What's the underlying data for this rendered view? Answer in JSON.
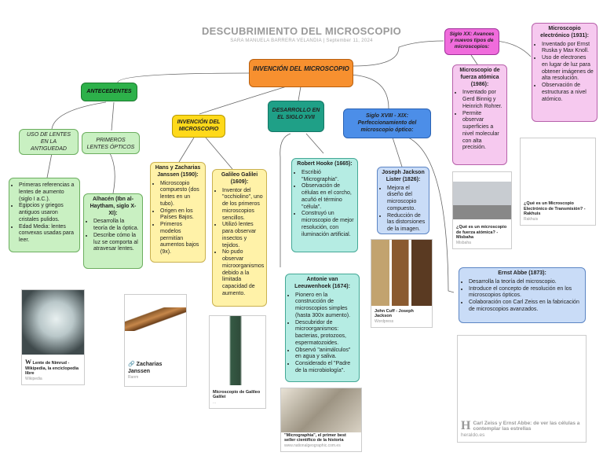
{
  "header": {
    "title": "DESCUBRIMIENTO DEL MICROSCOPIO",
    "subtitle": "SARA MANUELA BARRERA VELANDIA  |  September 11, 2024"
  },
  "root": {
    "label": "INVENCIÓN DEL MICROSCOPIO"
  },
  "antecedentes": {
    "label": "ANTECEDENTES"
  },
  "uso_lentes": {
    "label": "USO DE LENTES EN LA ANTIGUEDAD",
    "bullets": [
      "Primeras referencias a lentes de aumento (siglo I a.C.).",
      "Egipcios y griegos antiguos usaron cristales pulidos.",
      "Edad Media: lentes convexas usadas para leer."
    ]
  },
  "primeros": {
    "label": "PRIMEROS LENTES ÓPTICOS",
    "title": "Alhacén (Ibn al-Haytham, siglo X-XI):",
    "bullets": [
      "Desarrolla la teoría de la óptica.",
      "Describe cómo la luz se comporta al atravesar lentes."
    ]
  },
  "invencion": {
    "label": "INVENCIÓN DEL MICROSCOPIO"
  },
  "janssen": {
    "title": "Hans y Zacharias Janssen (1590):",
    "bullets": [
      "Microscopio compuesto (dos lentes en un tubo).",
      "Origen en los Países Bajos.",
      "Primeros modelos permitían aumentos bajos (9x)."
    ]
  },
  "galileo": {
    "title": "Galileo Galilei (1609):",
    "bullets": [
      "Inventor del \"occhiolino\", uno de los primeros microscopios sencillos.",
      "Utilizó lentes para observar insectos y tejidos.",
      "No pudo observar microorganismos debido a la limitada capacidad de aumento."
    ]
  },
  "desarrollo": {
    "label": "DESARROLLO EN EL SIGLO XVII"
  },
  "hooke": {
    "title": "Robert Hooke (1665):",
    "bullets": [
      "Escribió \"Micrographia\".",
      "Observación de células en el corcho, acuñó el término \"célula\".",
      "Construyó un microscopio de mejor resolución, con iluminación artificial."
    ]
  },
  "leeuwenhoek": {
    "title": "Antonie van Leeuwenhoek (1674):",
    "bullets": [
      "Pionero en la construcción de microscopios simples (hasta 300x aumento).",
      "Descubridor de microorganismos: bacterias, protozoos, espermatozoides.",
      "Observó \"animálculos\" en agua y saliva.",
      "Considerado el \"Padre de la microbiología\"."
    ]
  },
  "xviii": {
    "label": "Siglo XVIII - XIX: Perfeccionamiento del microscopio óptico:"
  },
  "lister": {
    "title": "Joseph Jackson Lister (1826):",
    "bullets": [
      "Mejora el diseño del microscopio compuesto.",
      "Reducción de las distorsiones de la imagen."
    ]
  },
  "abbe": {
    "title": "Ernst Abbe (1873):",
    "bullets": [
      "Desarrolla la teoría del microscopio.",
      "Introduce el concepto de resolución en los microscopios ópticos.",
      "Colaboración con Carl Zeiss en la fabricación de microscopios avanzados."
    ]
  },
  "xx": {
    "label": "Siglo XX: Avances y nuevos tipos de microscopios:"
  },
  "afm": {
    "title": "Microscopio de fuerza atómica (1986):",
    "bullets": [
      "Inventado por Gerd Binnig y Heinrich Rohrer.",
      "Permite observar superficies a nivel molecular con alta precisión."
    ]
  },
  "electronico": {
    "title": "Microscopio electrónico (1931):",
    "bullets": [
      "Inventado por Ernst Ruska y Max Knoll.",
      "Uso de electrones en lugar de luz para obtener imágenes de alta resolución.",
      "Observación de estructuras a nivel atómico."
    ]
  },
  "cards": {
    "wiki": {
      "title": "Lente de Nimrud - Wikipedia, la enciclopedia libre",
      "source": "Wikipedia",
      "badge": "W"
    },
    "zach": {
      "title": "Zacharias Janssen",
      "source": "Ranm"
    },
    "galileo": {
      "title": "Microscopio de Galileo Galilei",
      "source": "..."
    },
    "micro": {
      "title": "\"Micrographia\", el primer best seller científico de la historia",
      "source": "www.nationalgeographic.com.es"
    },
    "cuff": {
      "title": "John Cuff - Joseph Jackson",
      "source": "Wordpress"
    },
    "afm": {
      "title": "¿Qué es un microscopio de fuerza atómica? - Misbaha",
      "source": "Misbaha"
    },
    "tem": {
      "title": "¿Qué es un Microscopio Electrónico de Transmisión? - Rakhuis",
      "source": "Rakhuis"
    },
    "heraldo": {
      "title": "Carl Zeiss y Ernst Abbe: de ver las células a contemplar las estrellas",
      "source": "heraldo.es",
      "badge": "H"
    }
  }
}
